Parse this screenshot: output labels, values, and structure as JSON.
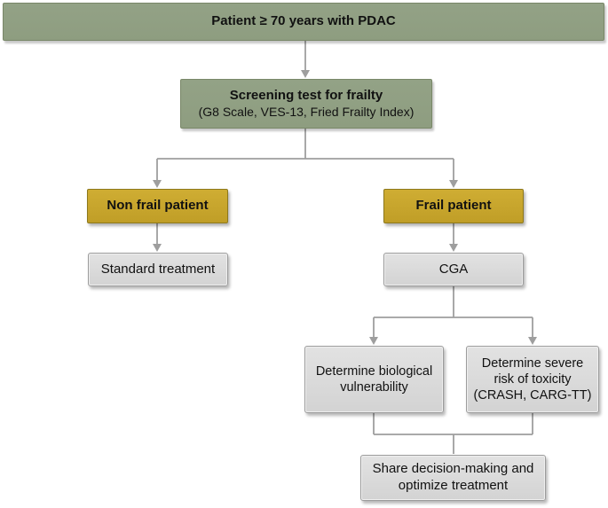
{
  "colors": {
    "green_box": "#8e9d80",
    "gold_box": "#c09e27",
    "gray_box": "#dcdcdc",
    "connector": "#9e9e9e",
    "text": "#111111"
  },
  "nodes": {
    "patient": {
      "label": "Patient ≥ 70 years with PDAC"
    },
    "screening": {
      "title": "Screening test for frailty",
      "subtitle": "(G8 Scale, VES-13, Fried Frailty Index)"
    },
    "non_frail": {
      "label": "Non frail patient"
    },
    "frail": {
      "label": "Frail patient"
    },
    "standard_treatment": {
      "label": "Standard treatment"
    },
    "cga": {
      "label": "CGA"
    },
    "biological_vulnerability": {
      "label": "Determine biological vulnerability"
    },
    "toxicity_risk": {
      "label": "Determine severe risk of toxicity (CRASH, CARG-TT)"
    },
    "shared_decision": {
      "label": "Share decision-making and optimize treatment"
    }
  }
}
